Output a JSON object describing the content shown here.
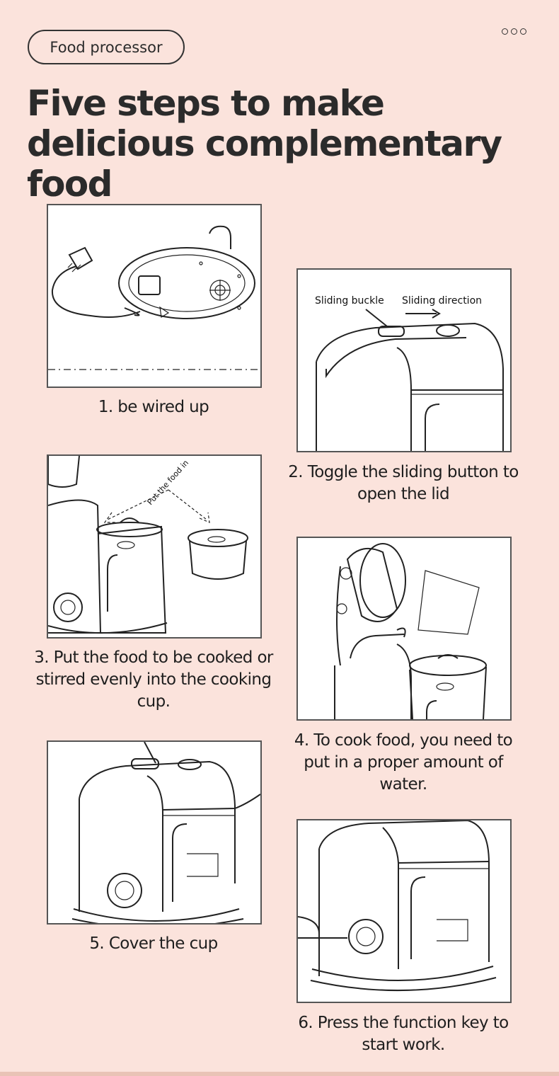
{
  "header": {
    "tag": "Food processor",
    "title": "Five steps to make delicious complementary food"
  },
  "steps": [
    {
      "caption": "1. be wired up"
    },
    {
      "caption": "2. Toggle the sliding button to open the lid",
      "labels": [
        "Sliding buckle",
        "Sliding direction"
      ]
    },
    {
      "caption": "3. Put the food to be cooked or stirred evenly into the cooking cup.",
      "labels": [
        "Put the food in"
      ]
    },
    {
      "caption": "4. To cook food, you need to put in a proper amount of water."
    },
    {
      "caption": "5. Cover the cup"
    },
    {
      "caption": "6. Press the function key to start work."
    }
  ]
}
